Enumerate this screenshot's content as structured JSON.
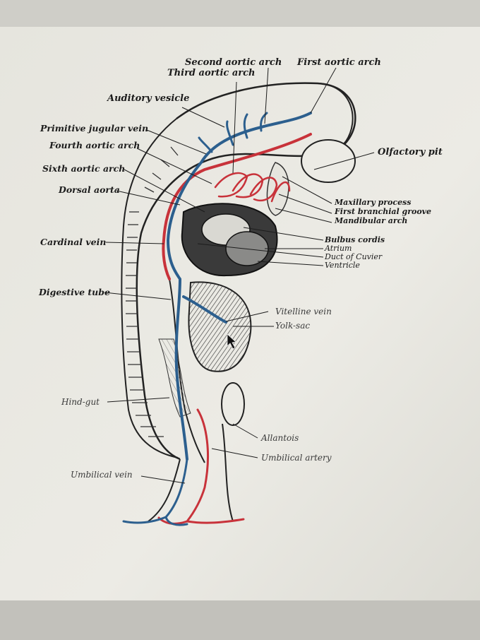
{
  "diagram": {
    "labels": {
      "second_aortic_arch": "Second aortic arch",
      "third_aortic_arch": "Third aortic arch",
      "first_aortic_arch": "First aortic arch",
      "auditory_vesicle": "Auditory vesicle",
      "primitive_jugular_vein": "Primitive jugular vein",
      "fourth_aortic_arch": "Fourth aortic arch",
      "olfactory_pit": "Olfactory pit",
      "sixth_aortic_arch": "Sixth aortic arch",
      "dorsal_aorta": "Dorsal aorta",
      "maxillary_process": "Maxillary process",
      "first_branchial_groove": "First branchial groove",
      "mandibular_arch": "Mandibular arch",
      "cardinal_vein": "Cardinal vein",
      "bulbus_cordis": "Bulbus cordis",
      "atrium": "Atrium",
      "duct_of_cuvier": "Duct of Cuvier",
      "ventricle": "Ventricle",
      "digestive_tube": "Digestive tube",
      "vitelline_vein": "Vitelline vein",
      "yolk_sac": "Yolk-sac",
      "hind_gut": "Hind-gut",
      "allantois": "Allantois",
      "umbilical_artery": "Umbilical artery",
      "umbilical_vein": "Umbilical vein"
    },
    "colors": {
      "artery": "#c8323a",
      "vein": "#2c5f8e",
      "ink": "#1c1c1c",
      "paper": "#ebeae3"
    }
  }
}
